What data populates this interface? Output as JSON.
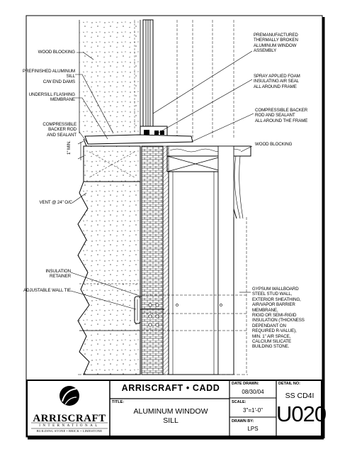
{
  "labels": {
    "wood_blocking_top": "WOOD BLOCKING",
    "prefinished_sill": "PREFINISHED ALUMINUM SILL\nC/W END DAMS",
    "undersill_flashing": "UNDERSILL FLASHING\nMEMBRANE",
    "compressible_left": "COMPRESSIBLE\nBACKER ROD\nAND SEALANT",
    "one_inch_min": "1\" MIN.",
    "vent": "VENT @ 24\" O/C",
    "insulation_retainer": "INSULATION\nRETAINER",
    "adjustable_tie": "ADJUSTABLE WALL TIE",
    "premanufactured": "PREMANUFACTURED\nTHERMALLY BROKEN\nALUMINUM WINDOW\nASSEMBLY",
    "spray_foam": "SPRAY APPLIED FOAM\nINSULATING AIR SEAL\nALL AROUND FRAME",
    "compressible_right": "COMPRESSIBLE BACKER\nROD AND SEALANT\nALL AROUND THE FRAME",
    "wood_blocking_right": "WOOD BLOCKING",
    "gypsum": "GYPSUM WALLBOARD\nSTEEL STUD WALL,\nEXTERIOR SHEATHING,\nAIR/VAPOR BARRIER\nMEMBRANE,\nRIGID OR SEMI-RIGID\nINSULATION (THICKNESS\nDEPENDANT ON\nREQUIRED R-VALUE),\nMIN. 1\" AIR SPACE,\nCALCIUM SILICATE\nBUILDING STONE."
  },
  "title_block": {
    "logo_name": "ARRISCRAFT",
    "logo_intl": "INTERNATIONAL",
    "logo_tagline": "BUILDING STONE • BRICK • LIMESTONE",
    "company": "ARRISCRAFT • CADD",
    "title_label": "TITLE:",
    "title_value": "ALUMINUM WINDOW\nSILL",
    "date_label": "DATE DRAWN:",
    "date_value": "08/30/04",
    "scale_label": "SCALE:",
    "scale_value": "3\"=1'-0\"",
    "drawn_label": "DRAWN BY:",
    "drawn_value": "LPS",
    "detail_label": "DETAIL No:",
    "detail_value": "SS CD4I",
    "drawing_number": "U020"
  }
}
